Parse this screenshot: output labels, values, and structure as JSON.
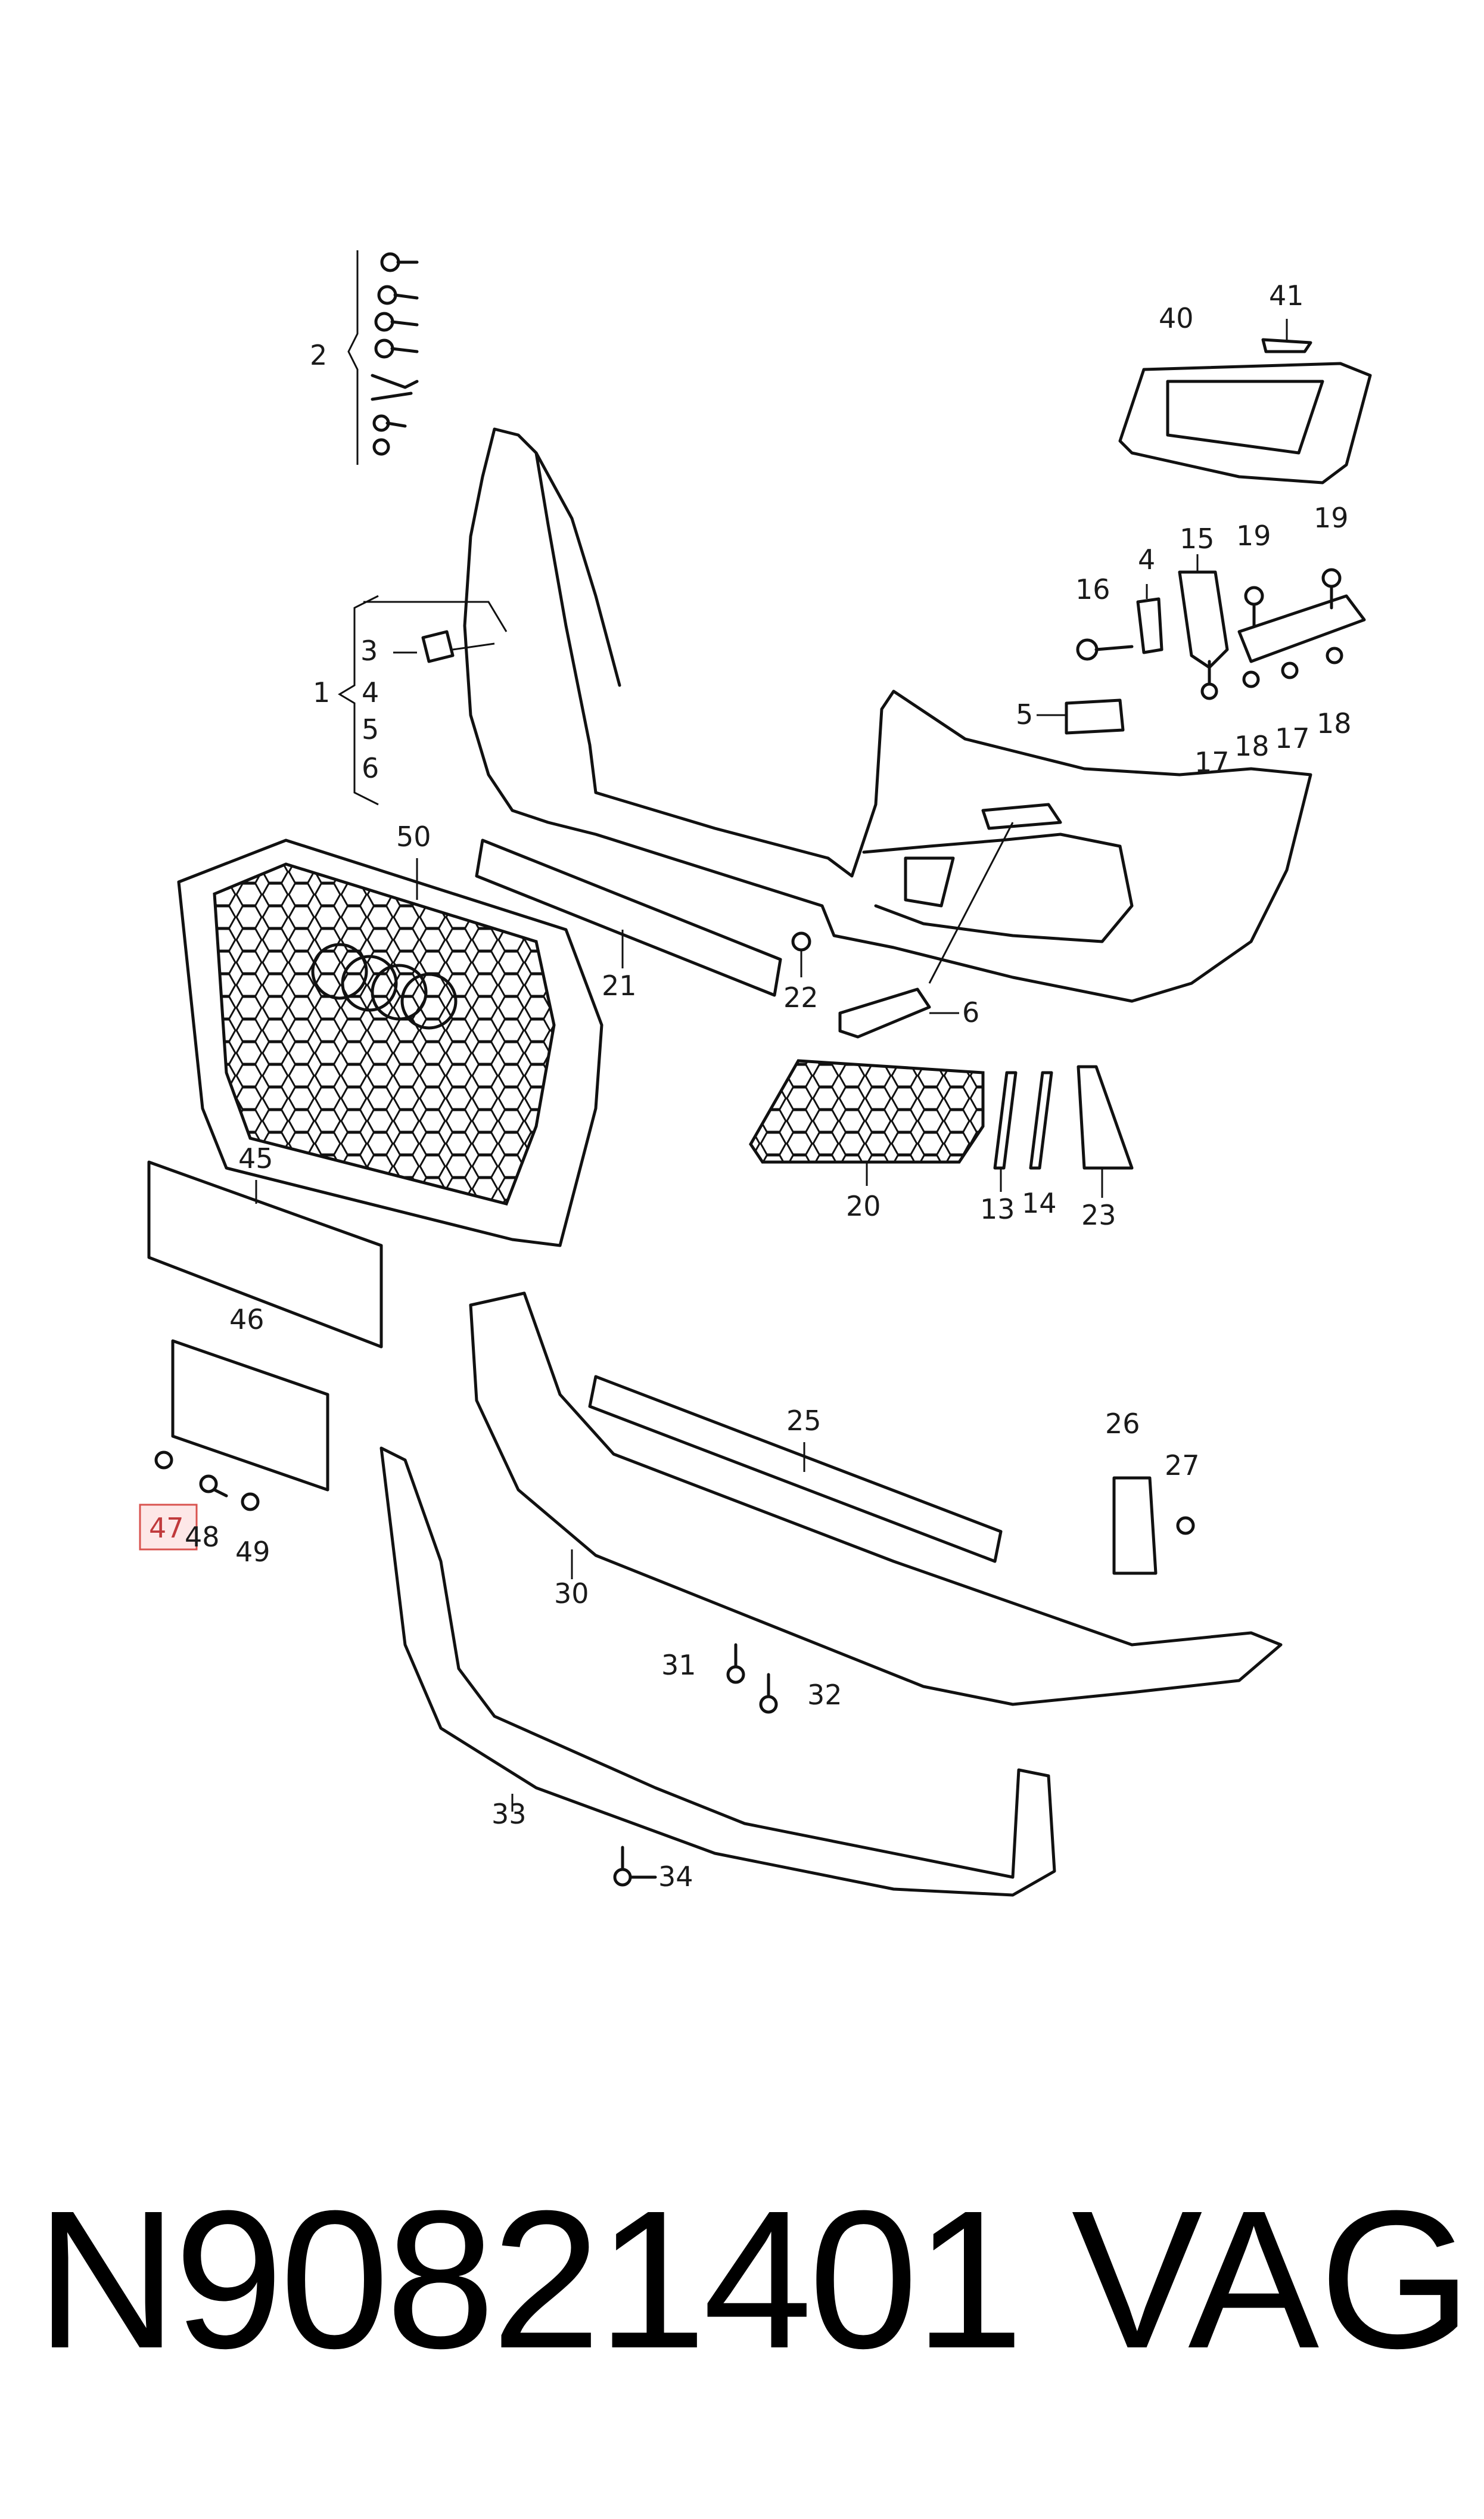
{
  "callouts": {
    "c1": "1",
    "c2": "2",
    "c3": "3",
    "c4a": "4",
    "c5a": "5",
    "c6a": "6",
    "c4b": "4",
    "c5b": "5",
    "c6b": "6",
    "c13": "13",
    "c14": "14",
    "c15": "15",
    "c16": "16",
    "c17a": "17",
    "c17b": "17",
    "c18a": "18",
    "c18b": "18",
    "c19a": "19",
    "c19b": "19",
    "c20": "20",
    "c21": "21",
    "c22": "22",
    "c23": "23",
    "c25": "25",
    "c26": "26",
    "c27": "27",
    "c30": "30",
    "c31": "31",
    "c32": "32",
    "c33": "33",
    "c34": "34",
    "c40": "40",
    "c41": "41",
    "c45": "45",
    "c46": "46",
    "c47": "47",
    "c48": "48",
    "c49": "49",
    "c50": "50"
  },
  "highlight": {
    "label": "47",
    "color": "#d9534f"
  },
  "footer": {
    "part_number": "N90821401",
    "brand": "VAG"
  }
}
